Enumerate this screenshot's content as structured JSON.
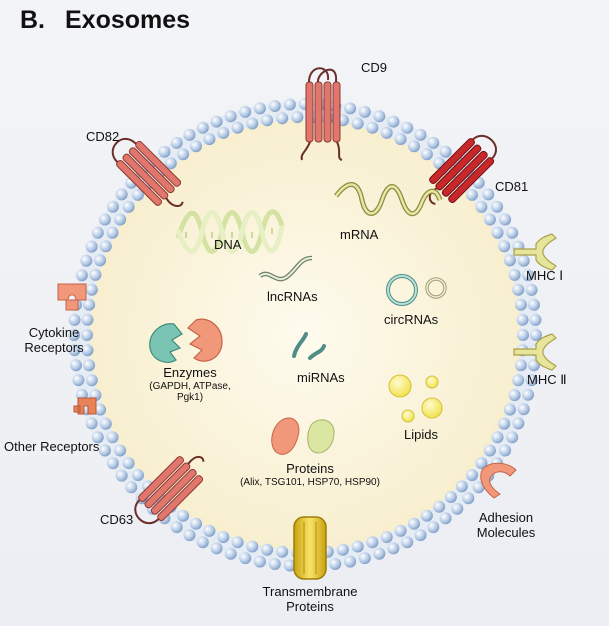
{
  "panel": {
    "letter": "B.",
    "title": "Exosomes"
  },
  "membrane_markers": {
    "cd9": "CD9",
    "cd82": "CD82",
    "cd81": "CD81",
    "cd63": "CD63"
  },
  "outer_labels": {
    "mhc1": "MHC Ⅰ",
    "mhc2": "MHC Ⅱ",
    "cytokine_line1": "Cytokine",
    "cytokine_line2": "Receptors",
    "other_receptors": "Other Receptors",
    "adhesion_line1": "Adhesion",
    "adhesion_line2": "Molecules",
    "transmembrane_line1": "Transmembrane",
    "transmembrane_line2": "Proteins"
  },
  "cargo": {
    "dna": "DNA",
    "mrna": "mRNA",
    "lncrnas": "lncRNAs",
    "circrnas": "circRNAs",
    "enzymes": "Enzymes",
    "enzymes_line1": "(GAPDH, ATPase,",
    "enzymes_line2": "Pgk1)",
    "mirnas": "miRNAs",
    "lipids": "Lipids",
    "proteins": "Proteins",
    "proteins_detail": "(Alix, TSG101, HSP70, HSP90)"
  },
  "colors": {
    "lipid_head": "#b6cbe6",
    "lumen": "#fcf6df",
    "transmembrane_red": "#e0766c",
    "cd81_red": "#c9282b",
    "mhc_yellow": "#e6e59b",
    "enzyme_teal": "#79c4b2",
    "enzyme_salmon": "#f2987a",
    "transmembrane_gold": "#eac826"
  }
}
